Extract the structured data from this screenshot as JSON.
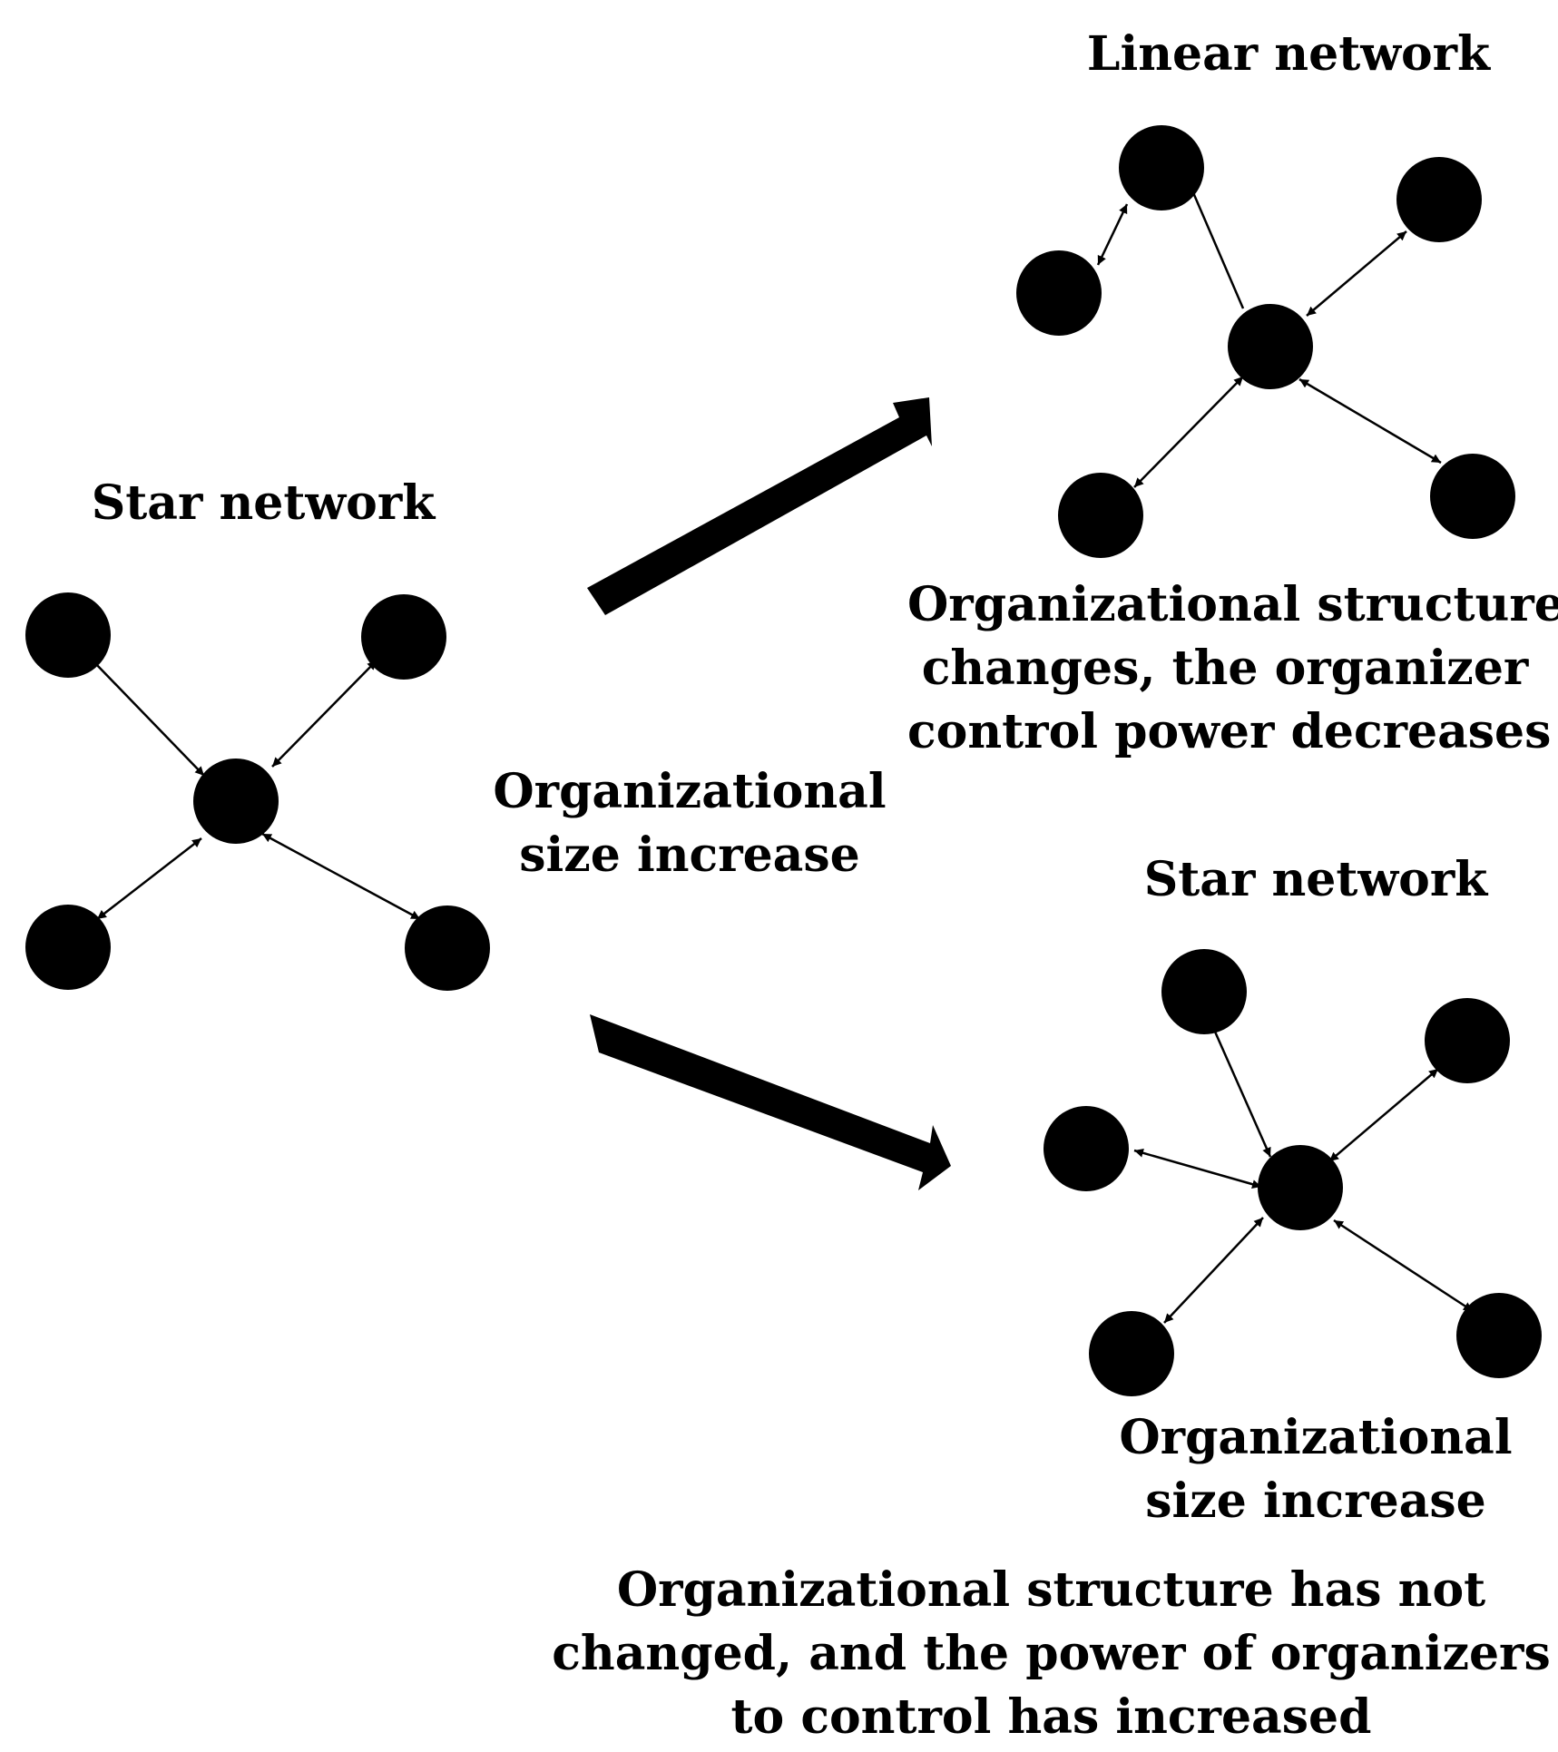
{
  "colors": {
    "ink": "#000000",
    "background": "#ffffff"
  },
  "left_network": {
    "title": "Star network"
  },
  "transition": {
    "lines": [
      "Organizational",
      "size increase"
    ]
  },
  "top_network": {
    "title": "Linear network",
    "caption": [
      "Organizational structure",
      "changes, the organizer",
      "control power decreases"
    ]
  },
  "bottom_network": {
    "title": "Star network",
    "note": [
      "Organizational",
      "size increase"
    ],
    "caption": [
      "Organizational structure has not",
      "changed, and the power of organizers",
      "to control has increased"
    ]
  }
}
